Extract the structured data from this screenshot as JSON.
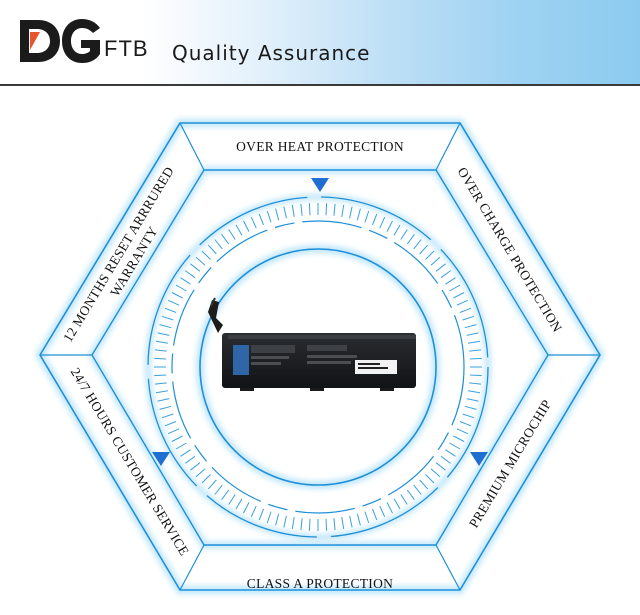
{
  "header": {
    "logo_text": "DG",
    "logo_suffix": "FTB",
    "title": "Quality Assurance"
  },
  "features": {
    "top": "OVER HEAT PROTECTION",
    "upper_right": "OVER CHARGE PROTECTION",
    "lower_right": "PREMIUM MICROCHIP",
    "bottom": "CLASS A PROTECTION",
    "lower_left": "24/7 HOURS CUSTOMER SERVICE",
    "upper_left": "12 MONTHS RESET ARRRURED WARRANTY"
  },
  "colors": {
    "accent": "#1f8fd8",
    "arrow": "#1e6fd0",
    "glow": "#bfe6fb"
  },
  "product": {
    "kind": "laptop-battery"
  }
}
